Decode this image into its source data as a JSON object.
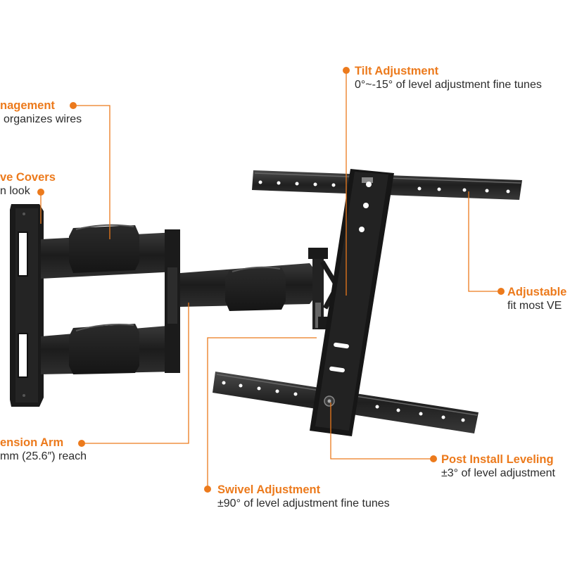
{
  "accent_color": "#ec7a1c",
  "callouts": {
    "cable_management": {
      "title": "nagement",
      "desc": "organizes wires"
    },
    "covers": {
      "title": "ve Covers",
      "desc": "n look"
    },
    "tilt": {
      "title": "Tilt Adjustment",
      "desc": "0°~-15° of level adjustment fine tunes"
    },
    "adjustable": {
      "title": "Adjustable",
      "desc": "fit most VE"
    },
    "extension_arm": {
      "title": "ension Arm",
      "desc": "mm (25.6″) reach"
    },
    "post_install": {
      "title": "Post Install Leveling",
      "desc": "±3° of level adjustment"
    },
    "swivel": {
      "title": "Swivel Adjustment",
      "desc": "±90° of level adjustment fine tunes"
    }
  }
}
